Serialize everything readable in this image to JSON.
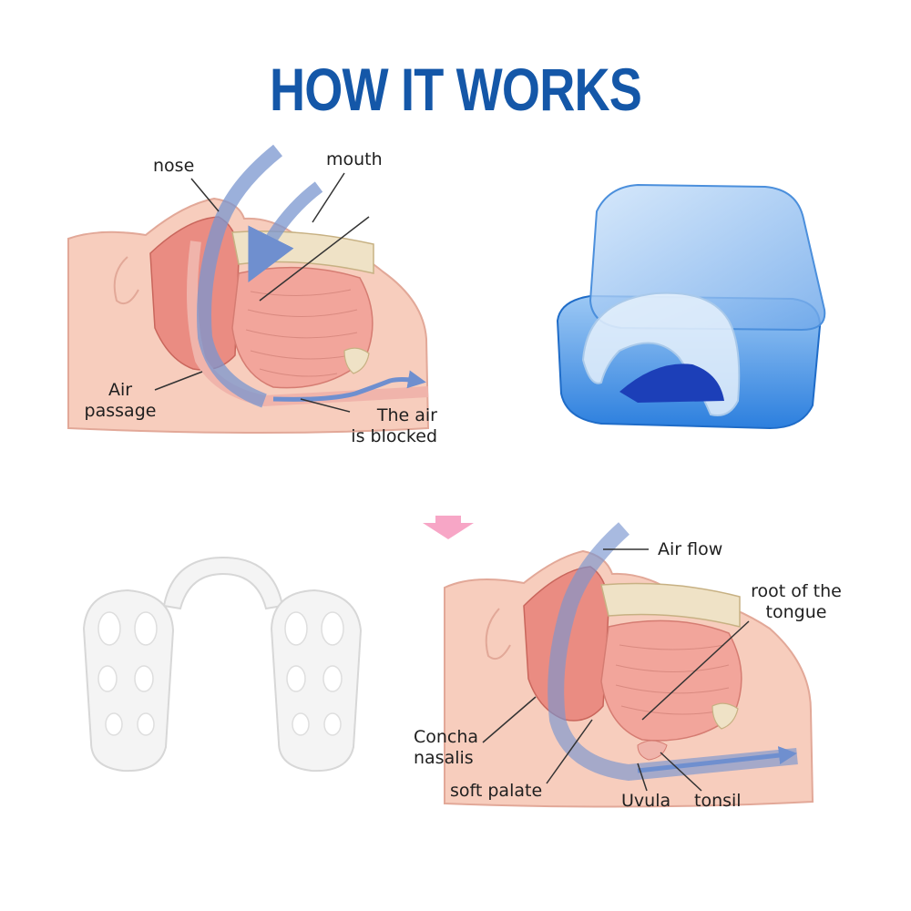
{
  "title": "HOW IT WORKS",
  "colors": {
    "title": "#1457a8",
    "skin": "#f6c6b4",
    "tissue": "#e98b80",
    "muscle": "#f1a49a",
    "airflow": "#6f8fcf",
    "case": "#3c8be0",
    "arrow_pink": "#f7a6c6"
  },
  "top_diagram": {
    "labels": {
      "nose": "nose",
      "mouth": "mouth",
      "air_passage_line1": "Air",
      "air_passage_line2": "passage",
      "blocked_line1": "The air",
      "blocked_line2": "is blocked"
    }
  },
  "bottom_diagram": {
    "labels": {
      "air_flow": "Air flow",
      "root_line1": "root of the",
      "root_line2": "tongue",
      "concha_line1": "Concha",
      "concha_line2": "nasalis",
      "soft_palate": "soft palate",
      "uvula": "Uvula",
      "tonsil": "tonsil"
    }
  },
  "icons": {
    "case": "mouthguard-case-icon",
    "nose_device": "nasal-dilator-icon",
    "down_arrow": "down-arrow-icon"
  }
}
